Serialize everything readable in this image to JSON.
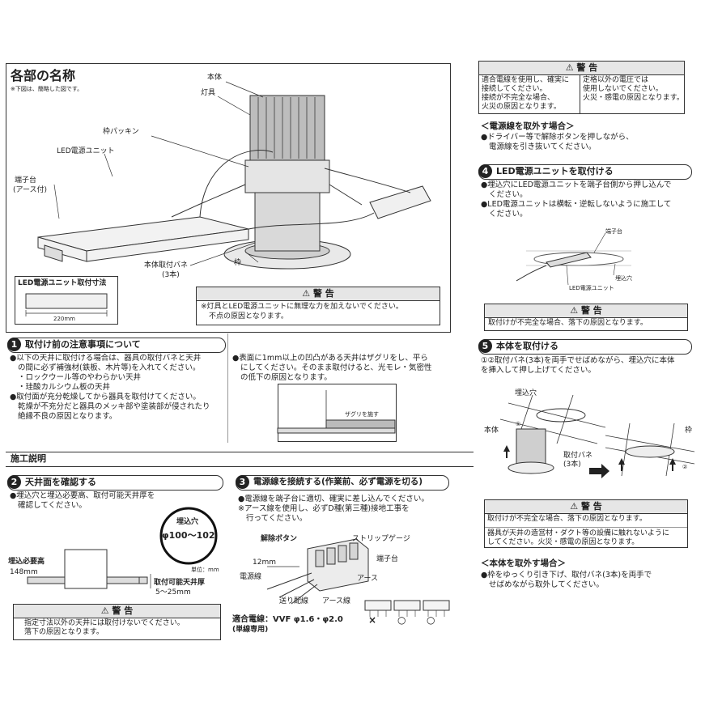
{
  "parts": {
    "title": "各部の名称",
    "note": "※下図は、簡略した図です。",
    "labels": {
      "body": "本体",
      "fixture": "灯具",
      "frame_packing": "枠パッキン",
      "led_unit": "LED電源ユニット",
      "terminal_1": "端子台",
      "terminal_2": "(アース付)",
      "spring_1": "本体取付バネ",
      "spring_2": "(3本)",
      "frame": "枠"
    },
    "dim_box": {
      "title": "LED電源ユニット取付寸法",
      "dim": "220mm"
    },
    "warning": {
      "head": "警 告",
      "line1": "※灯具とLED電源ユニットに無理な力を加えないでください。",
      "line2": "不点の原因となります。"
    }
  },
  "top_warning": {
    "head": "警 告",
    "left": [
      "適合電線を使用し、確実に",
      "接続してください。",
      "接続が不完全な場合、",
      "火災の原因となります。"
    ],
    "right": [
      "定格以外の電圧では",
      "使用しないでください。",
      "火災・感電の原因となります。"
    ]
  },
  "remove_wire": {
    "heading": "＜電源線を取外す場合＞",
    "lines": [
      "●ドライバー等で解除ボタンを押しながら、",
      "電源線を引き抜いてください。"
    ]
  },
  "step4": {
    "num": "4",
    "title": "LED電源ユニットを取付ける",
    "b1": [
      "●埋込穴にLED電源ユニットを端子台側から押し込んで",
      "ください。"
    ],
    "b2": [
      "●LED電源ユニットは横転・逆転しないように施工して",
      "ください。"
    ],
    "fig_terminal": "端子台",
    "fig_hole": "埋込穴",
    "fig_unit": "LED電源ユニット",
    "warning_head": "警 告",
    "warning_text": "取付けが不完全な場合、落下の原因となります。"
  },
  "step5": {
    "num": "5",
    "title": "本体を取付ける",
    "lines": [
      "①②取付バネ(3本)を両手でせばめながら、埋込穴に本体",
      "を挿入して押し上げてください。"
    ],
    "fig_hole": "埋込穴",
    "fig_body": "本体",
    "fig_spring_1": "取付バネ",
    "fig_spring_2": "(3本)",
    "fig_frame": "枠",
    "c1": "①",
    "c2": "②",
    "warning_head": "警 告",
    "warning_1": "取付けが不完全な場合、落下の原因となります。",
    "warning_2a": "器具が天井の造営材・ダクト等の設備に触れないように",
    "warning_2b": "してください。火災・感電の原因となります。"
  },
  "remove_body": {
    "heading": "＜本体を取外す場合＞",
    "lines": [
      "●枠をゆっくり引き下げ、取付バネ(3本)を両手で",
      "せばめながら取外してください。"
    ]
  },
  "step1": {
    "num": "1",
    "title": "取付け前の注意事項について",
    "left": [
      "●以下の天井に取付ける場合は、器具の取付バネと天井",
      "の間に必ず補強材(鉄板、木片等)を入れてください。",
      "・ロックウール等のやわらかい天井",
      "・珪酸カルシウム板の天井",
      "●取付面が充分乾燥してから器具を取付けてください。",
      "乾燥が不充分だと器具のメッキ部や塗装部が侵されたり",
      "絶縁不良の原因となります。"
    ],
    "right": [
      "●表面に1mm以上の凹凸がある天井はザグリをし、平ら",
      "にしてください。そのまま取付けると、光モレ・気密性",
      "の低下の原因となります。"
    ],
    "zaguri": "ザグリを施す"
  },
  "section": {
    "title": "施工説明"
  },
  "step2": {
    "num": "2",
    "title": "天井面を確認する",
    "lines": [
      "●埋込穴と埋込必要高、取付可能天井厚を",
      "確認してください。"
    ],
    "hole_label": "埋込穴",
    "hole_size": "φ100〜102",
    "unit": "単位：mm",
    "height_label": "埋込必要高",
    "height_val": "148mm",
    "thick_label": "取付可能天井厚",
    "thick_val": "5〜25mm",
    "warning_head": "警 告",
    "warning_1": "指定寸法以外の天井には取付けないでください。",
    "warning_2": "落下の原因となります。"
  },
  "step3": {
    "num": "3",
    "title": "電源線を接続する(作業前、必ず電源を切る)",
    "lines": [
      "●電源線を端子台に適切、確実に差し込んでください。",
      "※アース線を使用し、必ずD種(第三種)接地工事を",
      "行ってください。"
    ],
    "release": "解除ボタン",
    "strip": "ストリップゲージ",
    "terminal": "端子台",
    "mm": "12mm",
    "power": "電源線",
    "earth": "アース",
    "feed": "送り配線",
    "earth_wire": "アース線",
    "wire_label": "適合電線：VVF φ1.6・φ2.0",
    "wire_sub": "(単線専用)",
    "marks": [
      "×",
      "○",
      "○"
    ]
  }
}
